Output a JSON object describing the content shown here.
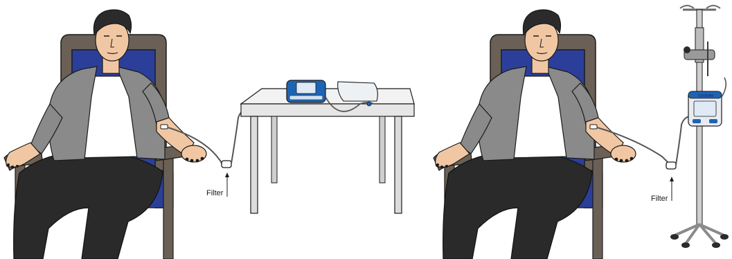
{
  "panels": [
    {
      "filter_label": "Filter",
      "setup": "table-device"
    },
    {
      "filter_label": "Filter",
      "setup": "iv-pole-device"
    }
  ],
  "device_screen_text": "DUORAM",
  "colors": {
    "chair_frame": "#6b6055",
    "chair_cushion": "#2b3f9a",
    "shirt": "#8a8a8a",
    "tshirt": "#ffffff",
    "pants": "#2a2a2a",
    "skin": "#f1c7a3",
    "hair": "#2b2b2b",
    "device_blue": "#1e64b4",
    "table": "#e6e6e6"
  },
  "icons": [
    "person-seated",
    "armchair",
    "table",
    "infusion-device",
    "bag",
    "iv-pole",
    "filter-connector",
    "arrow-up"
  ]
}
